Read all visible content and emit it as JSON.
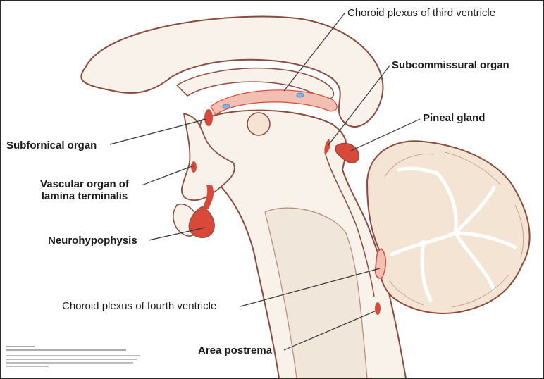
{
  "labels": {
    "choroid_third": "Choroid plexus of third ventricle",
    "subcommissural": "Subcommissural organ",
    "pineal": "Pineal gland",
    "subfornical": "Subfornical organ",
    "vascular_line1": "Vascular organ of",
    "vascular_line2": "lamina terminalis",
    "neurohypophysis": "Neurohypophysis",
    "choroid_fourth": "Choroid plexus of fourth ventricle",
    "area_postrema": "Area postrema"
  },
  "colors": {
    "outline": "#8a4b3c",
    "tissue": "#f8f2ea",
    "organ": "#d8493a",
    "plexus": "#f2bfb3",
    "cerebellum": "#f3e4d3",
    "leader": "#333333"
  }
}
